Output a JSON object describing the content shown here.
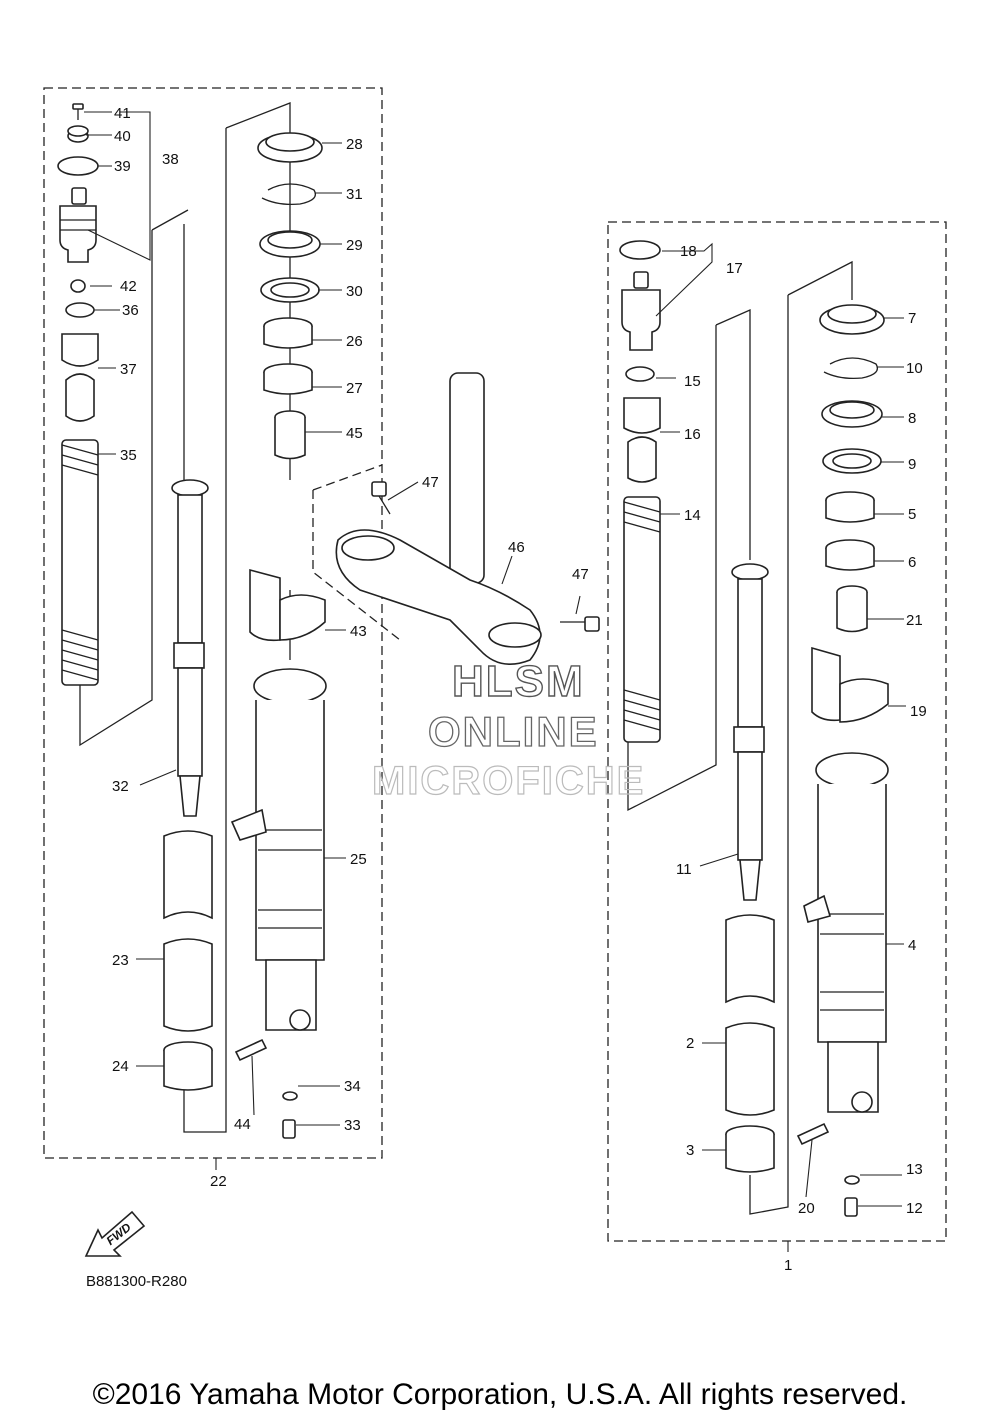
{
  "diagram": {
    "labels": {
      "p1": "1",
      "p2": "2",
      "p3": "3",
      "p4": "4",
      "p5": "5",
      "p6": "6",
      "p7": "7",
      "p8": "8",
      "p9": "9",
      "p10": "10",
      "p11": "11",
      "p12": "12",
      "p13": "13",
      "p14": "14",
      "p15": "15",
      "p16": "16",
      "p17": "17",
      "p18": "18",
      "p19": "19",
      "p20": "20",
      "p21": "21",
      "p22": "22",
      "p23": "23",
      "p24": "24",
      "p25": "25",
      "p26": "26",
      "p27": "27",
      "p28": "28",
      "p29": "29",
      "p30": "30",
      "p31": "31",
      "p32": "32",
      "p33": "33",
      "p34": "34",
      "p35": "35",
      "p36": "36",
      "p37": "37",
      "p38": "38",
      "p39": "39",
      "p40": "40",
      "p41": "41",
      "p42": "42",
      "p43": "43",
      "p44": "44",
      "p45": "45",
      "p46": "46",
      "p47a": "47",
      "p47b": "47"
    },
    "fwd_text": "FWD",
    "reference_code": "B881300-R280"
  },
  "watermark": {
    "line1": "HLSM",
    "line2": "ONLINE",
    "line3": "MICROFICHE"
  },
  "copyright": "©2016 Yamaha Motor Corporation, U.S.A. All rights reserved."
}
